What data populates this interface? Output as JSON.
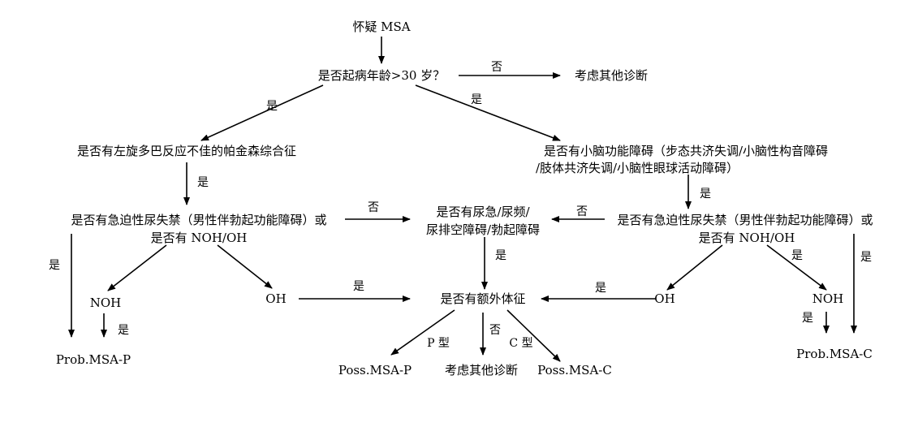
{
  "nodes": {
    "start": "怀疑 MSA",
    "q_age": "是否起病年龄>30 岁？",
    "other_dx_top": "考虑其他诊断",
    "q_parkinson": "是否有左旋多巴反应不佳的帕金森综合征",
    "q_cerebellar_line1": "是否有小脑功能障碍（步态共济失调/小脑性构音障碍",
    "q_cerebellar_line2": "/肢体共济失调/小脑性眼球活动障碍）",
    "q_urge_left_line1": "是否有急迫性尿失禁（男性伴勃起功能障碍）或",
    "q_urge_left_line2": "是否有 NOH/OH",
    "q_urinary_line1": "是否有尿急/尿频/",
    "q_urinary_line2": "尿排空障碍/勃起障碍",
    "q_urge_right_line1": "是否有急迫性尿失禁（男性伴勃起功能障碍）或",
    "q_urge_right_line2": "是否有 NOH/OH",
    "noh_left": "NOH",
    "oh_left": "OH",
    "q_extra": "是否有额外体征",
    "oh_right": "OH",
    "noh_right": "NOH",
    "prob_msa_p": "Prob.MSA-P",
    "poss_msa_p": "Poss.MSA-P",
    "other_dx_bottom": "考虑其他诊断",
    "poss_msa_c": "Poss.MSA-C",
    "prob_msa_c": "Prob.MSA-C"
  },
  "edge_labels": {
    "age_no": "否",
    "age_yes_left": "是",
    "age_yes_right": "是",
    "parkinson_yes": "是",
    "urge_left_no": "否",
    "urge_left_yes": "是",
    "noh_left_yes": "是",
    "cerebellar_yes": "是",
    "urge_right_no": "否",
    "urinary_yes": "是",
    "oh_left_yes": "是",
    "oh_right_yes": "是",
    "urge_right_yes_noh": "是",
    "urge_right_yes_c": "是",
    "noh_right_yes": "是",
    "p_type": "P 型",
    "extra_no": "否",
    "c_type": "C 型"
  }
}
